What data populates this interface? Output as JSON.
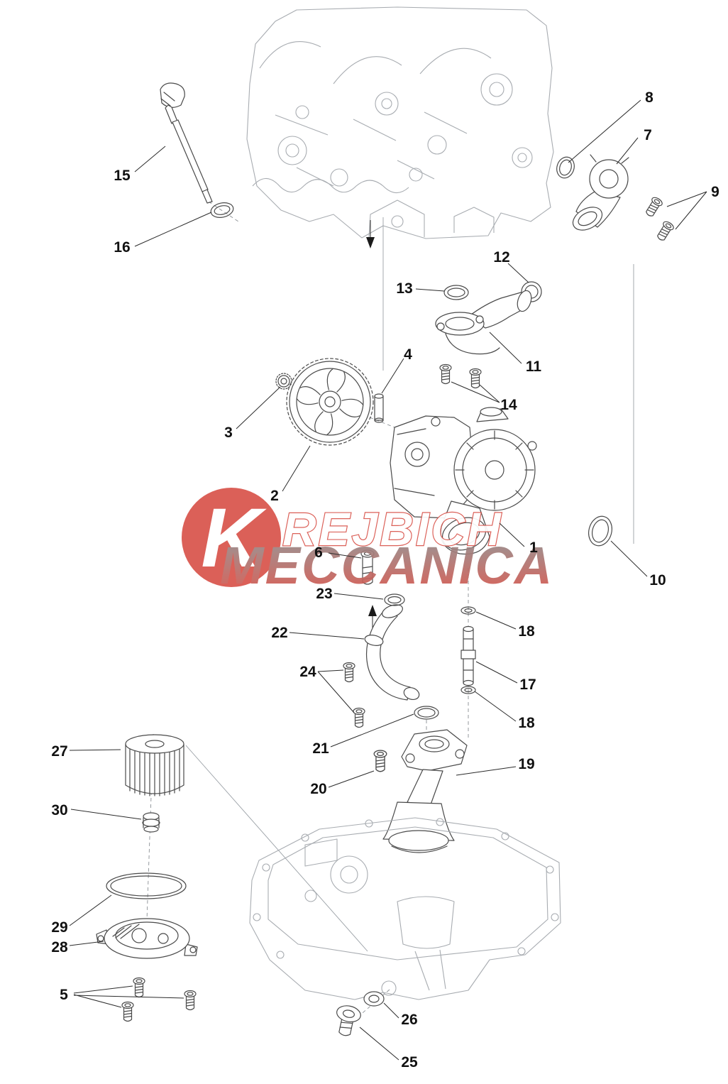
{
  "watermark": {
    "logo_letter": "K",
    "word1": "REJBICH",
    "word2": "MECCANICA",
    "brand_red": "#d9534a"
  },
  "callouts": {
    "c1": "1",
    "c2": "2",
    "c3": "3",
    "c4": "4",
    "c5": "5",
    "c6": "6",
    "c7": "7",
    "c8": "8",
    "c9": "9",
    "c10": "10",
    "c11": "11",
    "c12": "12",
    "c13": "13",
    "c14": "14",
    "c15": "15",
    "c16": "16",
    "c17": "17",
    "c18a": "18",
    "c18b": "18",
    "c19": "19",
    "c20": "20",
    "c21": "21",
    "c22": "22",
    "c23": "23",
    "c24": "24",
    "c25": "25",
    "c26": "26",
    "c27": "27",
    "c28": "28",
    "c29": "29",
    "c30": "30"
  }
}
